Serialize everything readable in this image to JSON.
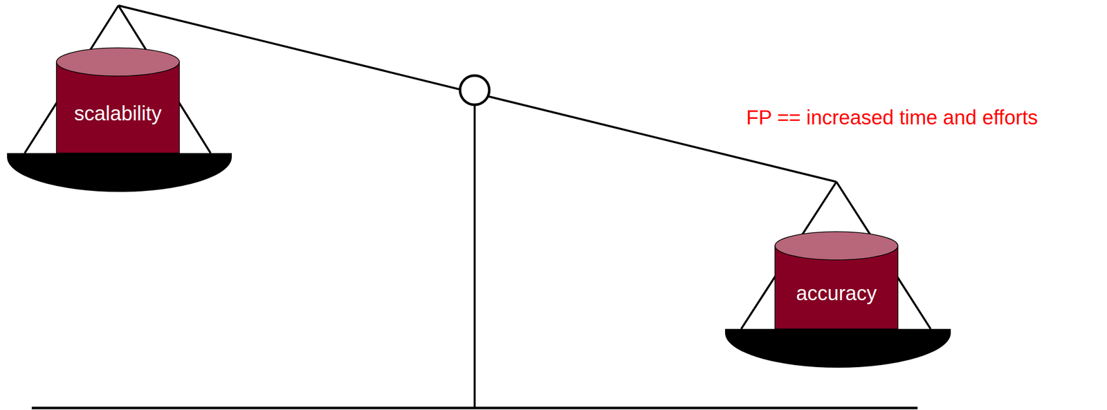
{
  "diagram": {
    "nodes": [
      {
        "text": [
          "scalability"
        ]
      },
      {
        "text": [
          "accuracy"
        ]
      }
    ],
    "labels": [
      "FP == increased time and efforts"
    ]
  }
}
